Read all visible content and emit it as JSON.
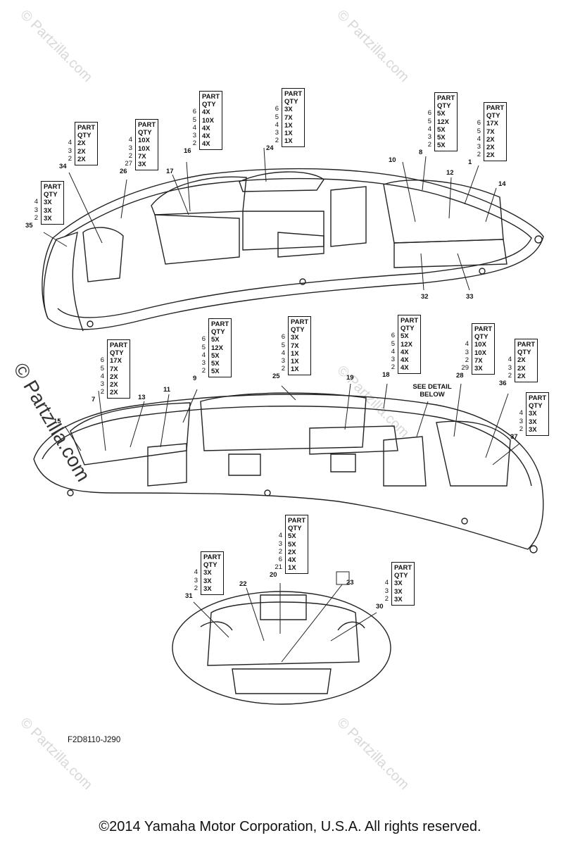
{
  "watermark": "© Partzilla.com",
  "side_watermark": "© Partzilla.com",
  "diagram_code": "F2D8110-J290",
  "footer": "©2014  Yamaha Motor Corporation, U.S.A. All rights reserved.",
  "detail_note": "SEE DETAIL\nBELOW",
  "qty_boxes": [
    {
      "id": "box-34",
      "part_label": "PART",
      "qty_label": "QTY",
      "nums": [
        "4",
        "3",
        "2"
      ],
      "qtys": [
        "2X",
        "2X",
        "2X"
      ],
      "callout": "34"
    },
    {
      "id": "box-26",
      "part_label": "PART",
      "qty_label": "QTY",
      "nums": [
        "4",
        "3",
        "2",
        "27"
      ],
      "qtys": [
        "10X",
        "10X",
        "7X",
        "3X"
      ],
      "callout": "26"
    },
    {
      "id": "box-16",
      "part_label": "PART",
      "qty_label": "QTY",
      "nums": [
        "6",
        "5",
        "4",
        "3",
        "2"
      ],
      "qtys": [
        "4X",
        "10X",
        "4X",
        "4X",
        "4X"
      ],
      "callout": "16"
    },
    {
      "id": "box-24",
      "part_label": "PART",
      "qty_label": "QTY",
      "nums": [
        "6",
        "5",
        "4",
        "3",
        "2"
      ],
      "qtys": [
        "3X",
        "7X",
        "1X",
        "1X",
        "1X"
      ],
      "callout": "24"
    },
    {
      "id": "box-8",
      "part_label": "PART",
      "qty_label": "QTY",
      "nums": [
        "6",
        "5",
        "4",
        "3",
        "2"
      ],
      "qtys": [
        "5X",
        "12X",
        "5X",
        "5X",
        "5X"
      ],
      "callout": "8"
    },
    {
      "id": "box-1",
      "part_label": "PART",
      "qty_label": "QTY",
      "nums": [
        "6",
        "5",
        "4",
        "3",
        "2"
      ],
      "qtys": [
        "17X",
        "7X",
        "2X",
        "2X",
        "2X"
      ],
      "callout": "1"
    },
    {
      "id": "box-35",
      "part_label": "PART",
      "qty_label": "QTY",
      "nums": [
        "4",
        "3",
        "2"
      ],
      "qtys": [
        "3X",
        "3X",
        "3X"
      ],
      "callout": "35"
    },
    {
      "id": "box-7",
      "part_label": "PART",
      "qty_label": "QTY",
      "nums": [
        "6",
        "5",
        "4",
        "3",
        "2"
      ],
      "qtys": [
        "17X",
        "7X",
        "2X",
        "2X",
        "2X"
      ],
      "callout": "7"
    },
    {
      "id": "box-9",
      "part_label": "PART",
      "qty_label": "QTY",
      "nums": [
        "6",
        "5",
        "4",
        "3",
        "2"
      ],
      "qtys": [
        "5X",
        "12X",
        "5X",
        "5X",
        "5X"
      ],
      "callout": "9"
    },
    {
      "id": "box-25",
      "part_label": "PART",
      "qty_label": "QTY",
      "nums": [
        "6",
        "5",
        "4",
        "3",
        "2"
      ],
      "qtys": [
        "3X",
        "7X",
        "1X",
        "1X",
        "1X"
      ],
      "callout": "25"
    },
    {
      "id": "box-18",
      "part_label": "PART",
      "qty_label": "QTY",
      "nums": [
        "6",
        "5",
        "4",
        "3",
        "2"
      ],
      "qtys": [
        "5X",
        "12X",
        "4X",
        "4X",
        "4X"
      ],
      "callout": "18"
    },
    {
      "id": "box-28",
      "part_label": "PART",
      "qty_label": "QTY",
      "nums": [
        "4",
        "3",
        "2",
        "29"
      ],
      "qtys": [
        "10X",
        "10X",
        "7X",
        "3X"
      ],
      "callout": "28"
    },
    {
      "id": "box-36",
      "part_label": "PART",
      "qty_label": "QTY",
      "nums": [
        "4",
        "3",
        "2"
      ],
      "qtys": [
        "2X",
        "2X",
        "2X"
      ],
      "callout": "36"
    },
    {
      "id": "box-37",
      "part_label": "PART",
      "qty_label": "QTY",
      "nums": [
        "4",
        "3",
        "2"
      ],
      "qtys": [
        "3X",
        "3X",
        "3X"
      ],
      "callout": "37"
    },
    {
      "id": "box-20",
      "part_label": "PART",
      "qty_label": "QTY",
      "nums": [
        "4",
        "3",
        "2",
        "6",
        "21"
      ],
      "qtys": [
        "5X",
        "5X",
        "2X",
        "4X",
        "1X"
      ],
      "callout": "20"
    },
    {
      "id": "box-31",
      "part_label": "PART",
      "qty_label": "QTY",
      "nums": [
        "4",
        "3",
        "2"
      ],
      "qtys": [
        "3X",
        "3X",
        "3X"
      ],
      "callout": "31"
    },
    {
      "id": "box-30",
      "part_label": "PART",
      "qty_label": "QTY",
      "nums": [
        "4",
        "3",
        "2"
      ],
      "qtys": [
        "3X",
        "3X",
        "3X"
      ],
      "callout": "30"
    }
  ],
  "callouts": [
    {
      "id": "c10",
      "text": "10"
    },
    {
      "id": "c12",
      "text": "12"
    },
    {
      "id": "c14",
      "text": "14"
    },
    {
      "id": "c17",
      "text": "17"
    },
    {
      "id": "c32",
      "text": "32"
    },
    {
      "id": "c33",
      "text": "33"
    },
    {
      "id": "c13",
      "text": "13"
    },
    {
      "id": "c11",
      "text": "11"
    },
    {
      "id": "c15",
      "text": "15"
    },
    {
      "id": "c19",
      "text": "19"
    },
    {
      "id": "c22",
      "text": "22"
    },
    {
      "id": "c23",
      "text": "23"
    }
  ]
}
